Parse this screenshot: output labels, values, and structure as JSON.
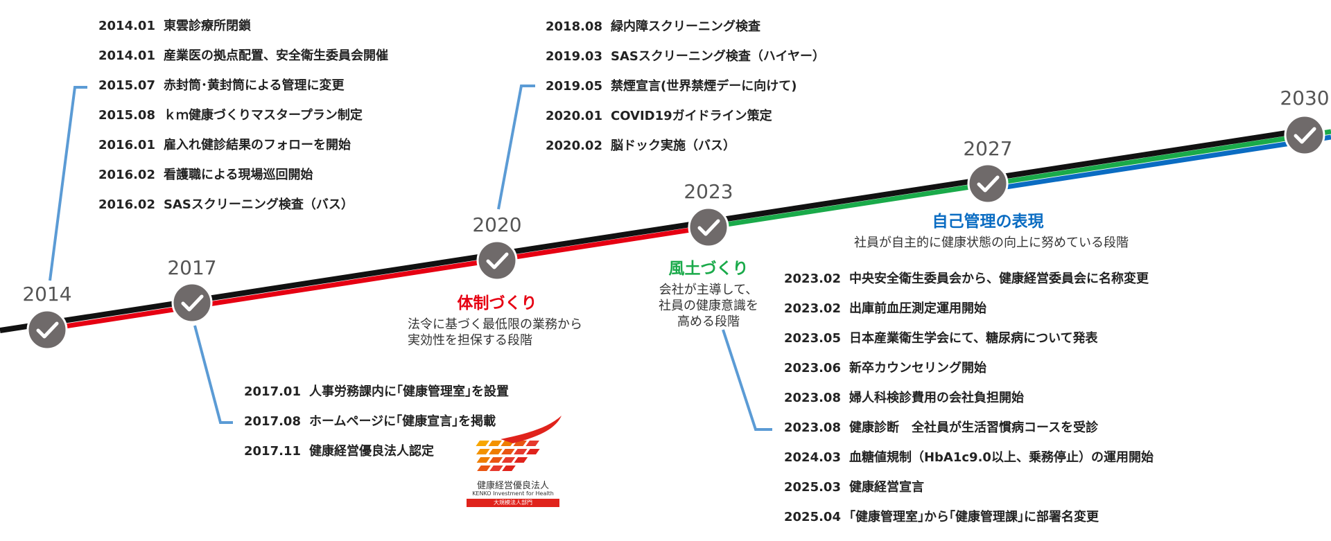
{
  "colors": {
    "rail_black": "#111111",
    "red": "#e60012",
    "green": "#1aaa4a",
    "blue": "#0a6cc2",
    "marker": "#6f6a6a",
    "connector": "#5b9bd5",
    "title_red": "#e60012",
    "title_green": "#1aaa4a",
    "title_blue": "#0a6cc2"
  },
  "icons": {
    "milestone": "check-circle-icon"
  },
  "years": [
    "2014",
    "2017",
    "2020",
    "2023",
    "2027",
    "2030"
  ],
  "events_2014": [
    {
      "date": "2014.01",
      "text": "東雲診療所閉鎖"
    },
    {
      "date": "2014.01",
      "text": "産業医の拠点配置、安全衛生委員会開催"
    },
    {
      "date": "2015.07",
      "text": "赤封筒･黄封筒による管理に変更"
    },
    {
      "date": "2015.08",
      "text": "ｋｍ健康づくりマスタープラン制定"
    },
    {
      "date": "2016.01",
      "text": "雇入れ健診結果のフォローを開始"
    },
    {
      "date": "2016.02",
      "text": "看護職による現場巡回開始"
    },
    {
      "date": "2016.02",
      "text": "SASスクリーニング検査（バス）"
    }
  ],
  "events_2017": [
    {
      "date": "2017.01",
      "text": "人事労務課内に｢健康管理室｣を設置"
    },
    {
      "date": "2017.08",
      "text": "ホームページに｢健康宣言｣を掲載"
    },
    {
      "date": "2017.11",
      "text": "健康経営優良法人認定"
    }
  ],
  "events_2020": [
    {
      "date": "2018.08",
      "text": "緑内障スクリーニング検査"
    },
    {
      "date": "2019.03",
      "text": "SASスクリーニング検査（ハイヤー）"
    },
    {
      "date": "2019.05",
      "text": "禁煙宣言(世界禁煙デーに向けて)"
    },
    {
      "date": "2020.01",
      "text": "COVID19ガイドライン策定"
    },
    {
      "date": "2020.02",
      "text": "脳ドック実施（バス）"
    }
  ],
  "events_2023": [
    {
      "date": "2023.02",
      "text": "中央安全衛生委員会から、健康経営委員会に名称変更"
    },
    {
      "date": "2023.02",
      "text": "出庫前血圧測定運用開始"
    },
    {
      "date": "2023.05",
      "text": "日本産業衛生学会にて、糖尿病について発表"
    },
    {
      "date": "2023.06",
      "text": "新卒カウンセリング開始"
    },
    {
      "date": "2023.08",
      "text": "婦人科検診費用の会社負担開始"
    },
    {
      "date": "2023.08",
      "text": "健康診断　全社員が生活習慣病コースを受診"
    },
    {
      "date": "2024.03",
      "text": "血糖値規制（HbA1c9.0以上、乗務停止）の運用開始"
    },
    {
      "date": "2025.03",
      "text": "健康経営宣言"
    },
    {
      "date": "2025.04",
      "text": "｢健康管理室｣から｢健康管理課｣に部署名変更"
    }
  ],
  "stages": {
    "taisei": {
      "title": "体制づくり",
      "desc_1": "法令に基づく最低限の業務から",
      "desc_2": "実効性を担保する段階"
    },
    "fudo": {
      "title": "風土づくり",
      "desc_1": "会社が主導して、",
      "desc_2": "社員の健康意識を",
      "desc_3": "高める段階"
    },
    "jiko": {
      "title": "自己管理の表現",
      "desc_1": "社員が自主的に健康状態の向上に努めている段階"
    }
  },
  "logo": {
    "jp": "健康経営優良法人",
    "en": "KENKO Investment for Health",
    "band": "大規模法人部門"
  }
}
